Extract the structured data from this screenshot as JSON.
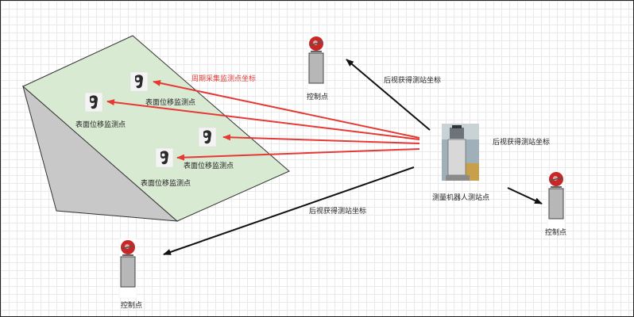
{
  "labels": {
    "survey_point": "表面位移监测点",
    "control_point": "控制点",
    "periodic_collect": "周期采集监测点坐标",
    "backsight_coord": "后视获得测站坐标",
    "robot_station": "测量机器人测站点"
  },
  "colors": {
    "slope_face": "#d9ead3",
    "slope_side": "#c8c8c8",
    "red_arrow": "#e53935",
    "black_arrow": "#111111",
    "prism_red": "#c62828",
    "pillar": "#b7b7b7"
  },
  "icons": {
    "prism_target": "prism-icon",
    "control_point": "control-pillar-icon",
    "robot_station": "total-station-icon"
  }
}
